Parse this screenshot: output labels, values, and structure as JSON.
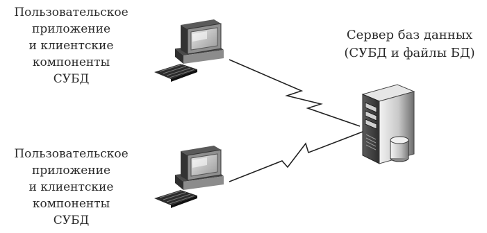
{
  "clients": [
    {
      "label_lines": [
        "Пользовательское",
        "приложение",
        "и клиентские",
        "компоненты",
        "СУБД"
      ]
    },
    {
      "label_lines": [
        "Пользовательское",
        "приложение",
        "и клиентские",
        "компоненты",
        "СУБД"
      ]
    }
  ],
  "server": {
    "label_lines": [
      "Сервер баз данных",
      "(СУБД и файлы БД)"
    ]
  },
  "icons": {
    "client": "desktop-computer-icon",
    "server": "server-tower-icon",
    "database": "database-cylinder-icon",
    "link": "lightning-link-icon"
  },
  "colors": {
    "background": "#ffffff",
    "text": "#2a2a2a",
    "line": "#222222",
    "device_dark": "#3a3a3a",
    "device_mid": "#8a8a8a",
    "device_light": "#d9d9d9"
  }
}
